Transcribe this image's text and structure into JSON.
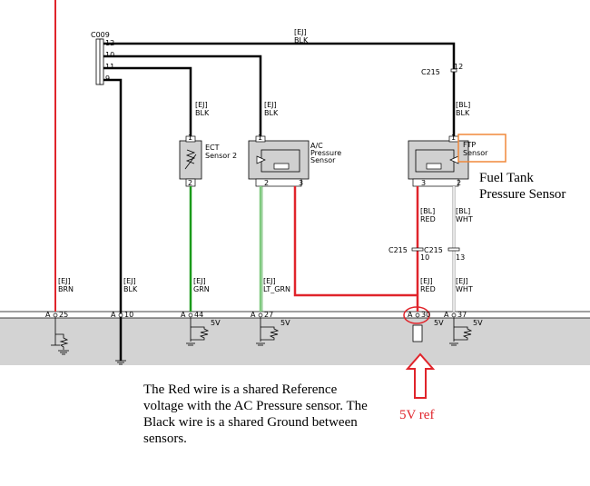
{
  "connector_main": "C009",
  "pins_main": [
    "12",
    "10",
    "11",
    "9"
  ],
  "wires": {
    "top": "[EJ]\nBLK",
    "ect_top": "[EJ]\nBLK",
    "ac_top": "[EJ]\nBLK",
    "ftp_top": "[BL]\nBLK",
    "ftp_red": "[BL]\nRED",
    "ftp_wht": "[BL]\nWHT"
  },
  "c215": {
    "label": "C215",
    "pin_top": "12",
    "pin_red": "10",
    "pin_wht": "13"
  },
  "components": {
    "ect": {
      "name": "ECT\nSensor 2",
      "pin1": "1",
      "pin2": "2"
    },
    "ac": {
      "name": "A/C\nPressure\nSensor",
      "pin1": "1",
      "pin2": "2",
      "pin3": "3"
    },
    "ftp": {
      "name": "FTP\nSensor",
      "pin1": "1",
      "pin2": "2",
      "pin3": "3"
    }
  },
  "bottom_wires": [
    {
      "spec": "[EJ]",
      "color": "BRN",
      "conn": "A",
      "pin": "25"
    },
    {
      "spec": "[EJ]",
      "color": "BLK",
      "conn": "A",
      "pin": "10"
    },
    {
      "spec": "[EJ]",
      "color": "GRN",
      "conn": "A",
      "pin": "44"
    },
    {
      "spec": "[EJ]",
      "color": "LT_GRN",
      "conn": "A",
      "pin": "27"
    },
    {
      "spec": "[EJ]",
      "color": "RED",
      "conn": "A",
      "pin": "30"
    },
    {
      "spec": "[EJ]",
      "color": "WHT",
      "conn": "A",
      "pin": "37"
    }
  ],
  "v5_label": "5V",
  "fuel_tank_title": "Fuel Tank\nPressure Sensor",
  "ref_label": "5V ref",
  "note": "The Red wire is a shared Reference voltage with the AC Pressure sensor. The Black wire is a shared Ground between sensors.",
  "colors": {
    "red": "#e0242b",
    "green": "#1a9a1a",
    "ltgreen": "#7fc97f",
    "orange": "#f0883a",
    "ecm_bg": "#d3d3d3"
  }
}
